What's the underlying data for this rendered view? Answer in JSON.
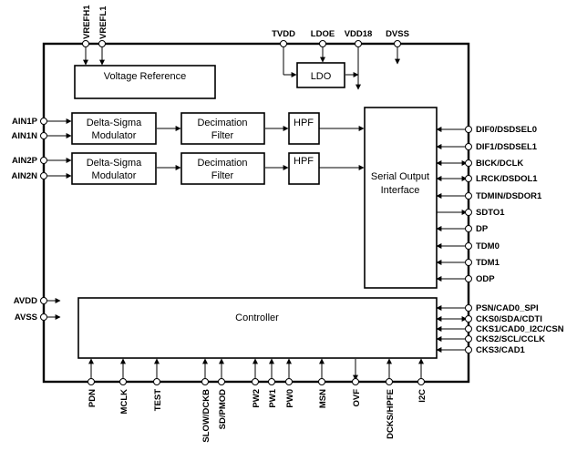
{
  "blocks": {
    "vref": "Voltage Reference",
    "ldo": "LDO",
    "dsm1": [
      "Delta-Sigma",
      "Modulator"
    ],
    "dsm2": [
      "Delta-Sigma",
      "Modulator"
    ],
    "dec1": [
      "Decimation",
      "Filter"
    ],
    "dec2": [
      "Decimation",
      "Filter"
    ],
    "hpf1": "HPF",
    "hpf2": "HPF",
    "soi": [
      "Serial Output",
      "Interface"
    ],
    "ctrl": "Controller"
  },
  "pins": {
    "top": [
      "VREFH1",
      "VREFL1",
      "TVDD",
      "LDOE",
      "VDD18",
      "DVSS"
    ],
    "left": [
      "AIN1P",
      "AIN1N",
      "AIN2P",
      "AIN2N",
      "AVDD",
      "AVSS"
    ],
    "right": [
      "DIF0/DSDSEL0",
      "DIF1/DSDSEL1",
      "BICK/DCLK",
      "LRCK/DSDOL1",
      "TDMIN/DSDOR1",
      "SDTO1",
      "DP",
      "TDM0",
      "TDM1",
      "ODP",
      "PSN/CAD0_SPI",
      "CKS0/SDA/CDTI",
      "CKS1/CAD0_I2C/CSN",
      "CKS2/SCL/CCLK",
      "CKS3/CAD1"
    ],
    "bottom": [
      "PDN",
      "MCLK",
      "TEST",
      "SLOW/DCKB",
      "SD/PMOD",
      "PW2",
      "PW1",
      "PW0",
      "MSN",
      "OVF",
      "DCKS/HPFE",
      "I2C"
    ]
  }
}
